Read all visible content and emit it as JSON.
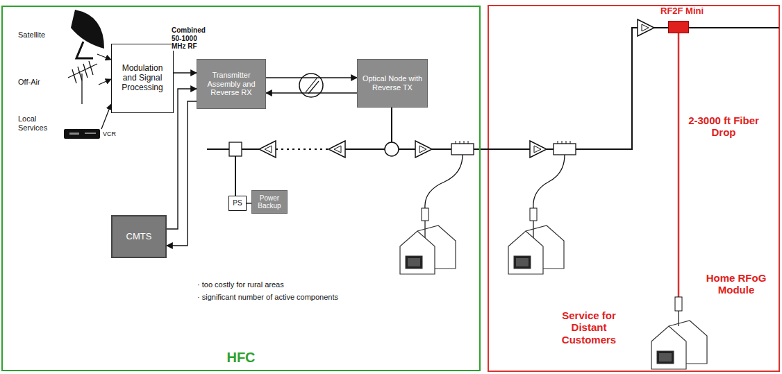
{
  "diagram": {
    "nodes": [
      {
        "text": [
          "HFC"
        ]
      },
      {
        "text": [
          "Modulation and Signal Processing"
        ],
        "in": 0
      },
      {
        "text": [
          "Transmitter Assembly and Reverse RX"
        ],
        "in": 0
      },
      {
        "text": [
          "Optical Node with Reverse TX"
        ],
        "in": 0
      },
      {
        "text": [
          "CMTS"
        ],
        "in": 0
      },
      {
        "text": [
          "PS"
        ],
        "in": 0
      },
      {
        "text": [
          "Power Backup"
        ],
        "in": 0
      },
      {
        "text": [
          "RF2F Mini"
        ]
      }
    ],
    "edges": [
      {
        "from": 1,
        "to": 2,
        "label": "Combined 50-1000 MHz RF",
        "arrow": "to"
      },
      {
        "from": 2,
        "to": 3,
        "arrow": "to"
      },
      {
        "from": 3,
        "to": 2,
        "arrow": "to"
      },
      {
        "from": 4,
        "to": 2,
        "arrow": "to"
      },
      {
        "from": 2,
        "to": 4,
        "arrow": "to"
      },
      {
        "from": 5,
        "to": 6,
        "arrow": "none"
      }
    ],
    "labels": [
      "Satellite",
      "Off-Air",
      "Local Services",
      "VCR",
      "· too costly for rural areas",
      "· significant number of active components",
      "2-3000 ft Fiber Drop",
      "Service for Distant Customers",
      "Home RFoG Module"
    ]
  }
}
